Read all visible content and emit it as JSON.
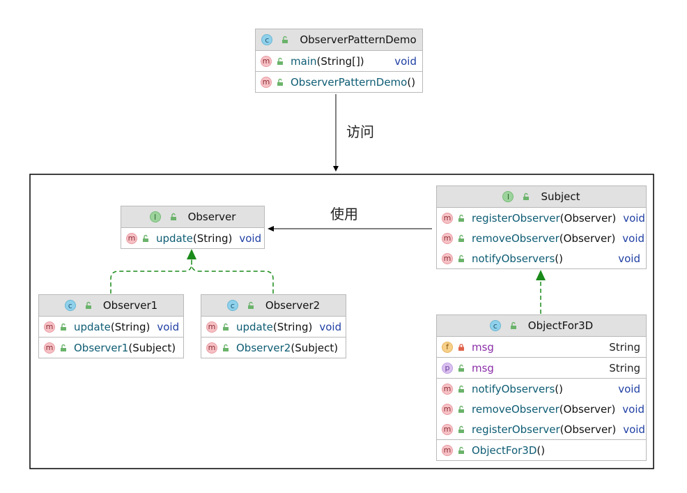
{
  "edge_labels": {
    "access": "访问",
    "uses": "使用"
  },
  "classes": {
    "demo": {
      "name": "ObserverPatternDemo",
      "kind": "c",
      "members": [
        {
          "badge": "m",
          "name": "main",
          "params": "(String[])",
          "type": "void"
        },
        {
          "badge": "m",
          "name": "ObserverPatternDemo",
          "params": "()",
          "type": ""
        }
      ]
    },
    "observer": {
      "name": "Observer",
      "kind": "I",
      "members": [
        {
          "badge": "m",
          "name": "update",
          "params": "(String)",
          "type": "void"
        }
      ]
    },
    "subject": {
      "name": "Subject",
      "kind": "I",
      "members": [
        {
          "badge": "m",
          "name": "registerObserver",
          "params": "(Observer)",
          "type": "void"
        },
        {
          "badge": "m",
          "name": "removeObserver",
          "params": "(Observer)",
          "type": "void"
        },
        {
          "badge": "m",
          "name": "notifyObservers",
          "params": "()",
          "type": "void"
        }
      ]
    },
    "observer1": {
      "name": "Observer1",
      "kind": "c",
      "members": [
        {
          "badge": "m",
          "name": "update",
          "params": "(String)",
          "type": "void"
        },
        {
          "badge": "m",
          "name": "Observer1",
          "params": "(Subject)",
          "type": ""
        }
      ]
    },
    "observer2": {
      "name": "Observer2",
      "kind": "c",
      "members": [
        {
          "badge": "m",
          "name": "update",
          "params": "(String)",
          "type": "void"
        },
        {
          "badge": "m",
          "name": "Observer2",
          "params": "(Subject)",
          "type": ""
        }
      ]
    },
    "objectfor3d": {
      "name": "ObjectFor3D",
      "kind": "c",
      "fields": [
        {
          "badge": "f",
          "name": "msg",
          "type": "String"
        },
        {
          "badge": "p",
          "name": "msg",
          "type": "String"
        }
      ],
      "members": [
        {
          "badge": "m",
          "name": "notifyObservers",
          "params": "()",
          "type": "void"
        },
        {
          "badge": "m",
          "name": "removeObserver",
          "params": "(Observer)",
          "type": "void"
        },
        {
          "badge": "m",
          "name": "registerObserver",
          "params": "(Observer)",
          "type": "void"
        },
        {
          "badge": "m",
          "name": "ObjectFor3D",
          "params": "()",
          "type": ""
        }
      ]
    }
  },
  "colors": {
    "realization": "#1a8a1a",
    "arrow": "#000000",
    "method": "#0d5c73",
    "type": "#1f3fa3",
    "field": "#8b2fa8"
  }
}
